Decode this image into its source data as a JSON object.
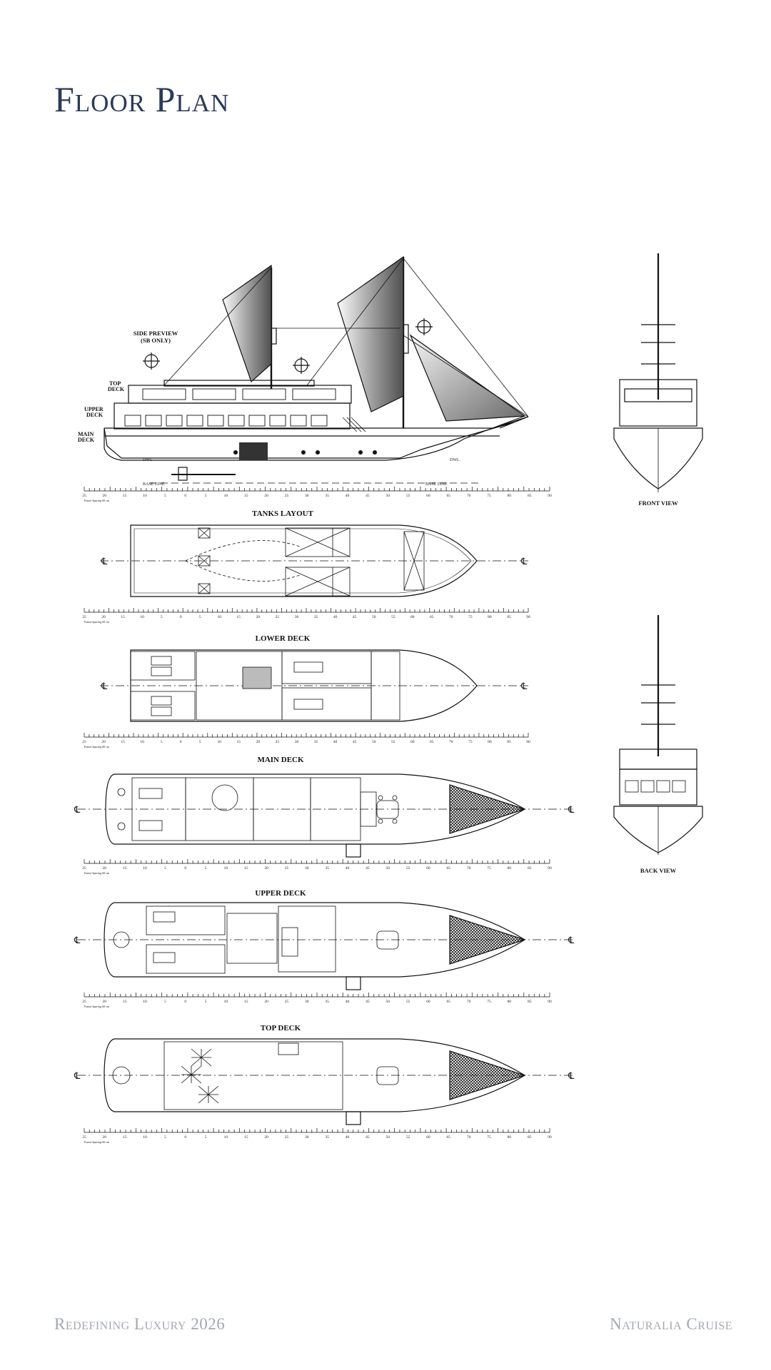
{
  "page": {
    "title": "Floor Plan",
    "footer_left": "Redefining Luxury 2026",
    "footer_right": "Naturalia Cruise"
  },
  "drawing": {
    "side_preview": [
      "SIDE PREVIEW",
      "(SB ONLY)"
    ],
    "deck_labels": {
      "top": [
        "TOP",
        "DECK"
      ],
      "upper": [
        "UPPER",
        "DECK"
      ],
      "main": [
        "MAIN",
        "DECK"
      ]
    },
    "dwl": "DWL",
    "base_line": "BASE LINE",
    "sections": {
      "tanks": "TANKS LAYOUT",
      "lower": "LOWER DECK",
      "main": "MAIN DECK",
      "upper": "UPPER DECK",
      "top": "TOP DECK"
    },
    "front_view": "FRONT VIEW",
    "back_view": "BACK VIEW",
    "ruler_numbers": [
      "25",
      "20",
      "15",
      "10",
      "5",
      "0",
      "5",
      "10",
      "15",
      "20",
      "25",
      "30",
      "35",
      "40",
      "45",
      "50",
      "55",
      "60",
      "65",
      "70",
      "75",
      "80",
      "85",
      "90"
    ],
    "frame_spacing": "Frame Spacing 60 cm"
  }
}
